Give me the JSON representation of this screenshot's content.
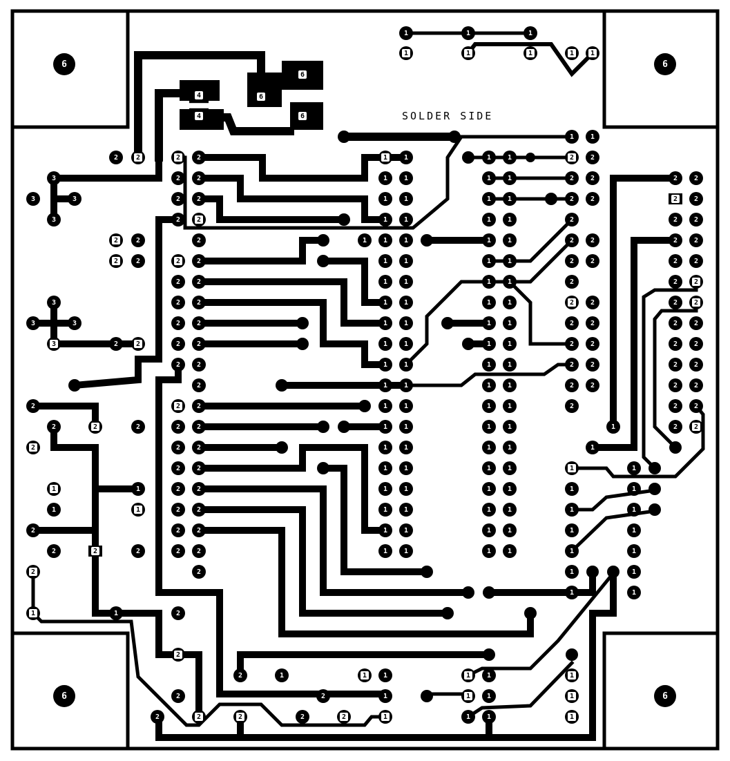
{
  "board": {
    "title": "SOLDER SIDE",
    "colors": {
      "copper": "#000000",
      "substrate": "#ffffff"
    }
  },
  "pad_sets": {
    "mount_holes": {
      "label": "6",
      "style": "big"
    },
    "corner_pads_top": {
      "label": "6",
      "style": "square-white"
    },
    "regulator_pads": {
      "label": "4",
      "style": "square-white"
    }
  },
  "labels": {
    "one": "1",
    "two": "2",
    "three": "3",
    "four": "4",
    "six": "6"
  }
}
